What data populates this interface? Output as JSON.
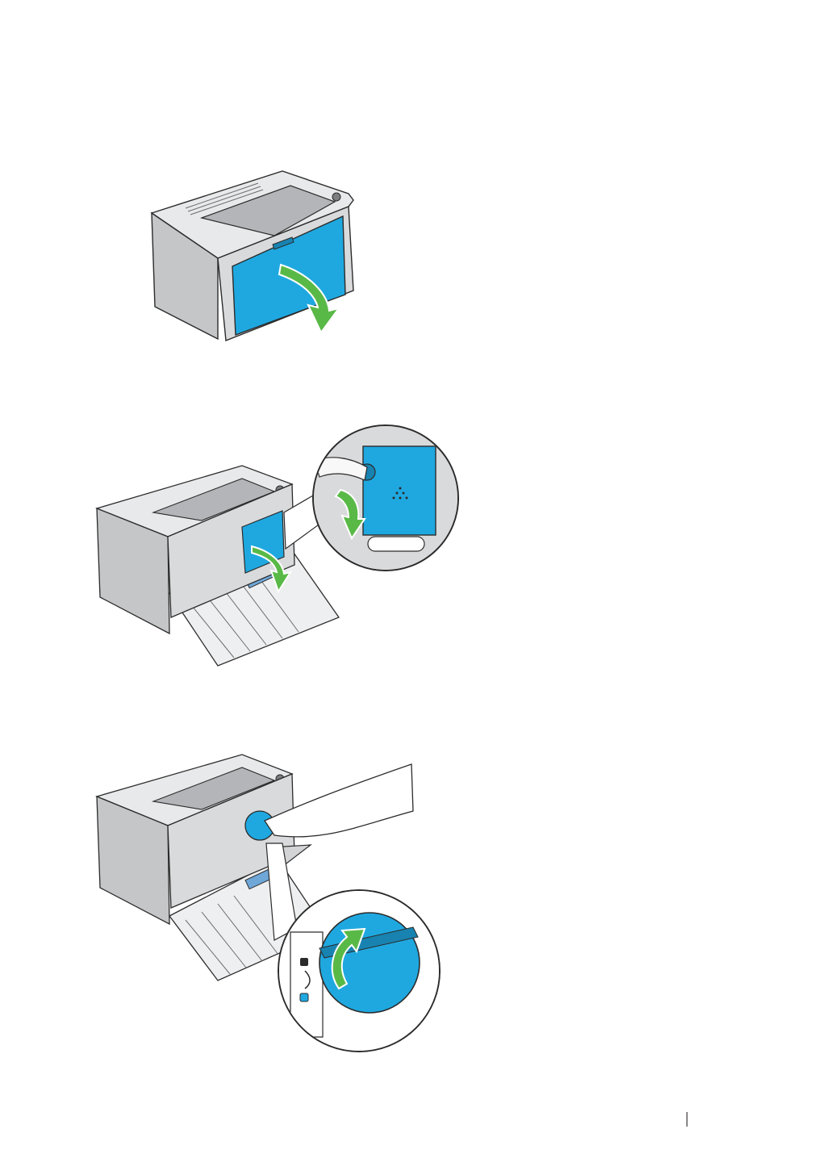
{
  "document": {
    "type": "printer-manual-page",
    "steps": [
      {
        "illustration": "open-front-cover",
        "icon": "down-arrow-green"
      },
      {
        "illustration": "open-toner-access-cover",
        "icon": "down-arrow-green"
      },
      {
        "illustration": "rotate-toner-cartridge-to-unlock",
        "icon": "down-arrow-green"
      }
    ]
  },
  "colors": {
    "cover_blue": "#1fa8e0",
    "arrow_green": "#59b947",
    "printer_body": "#d3d4d6",
    "printer_dark": "#8e9093",
    "outline": "#2b2b2b"
  }
}
